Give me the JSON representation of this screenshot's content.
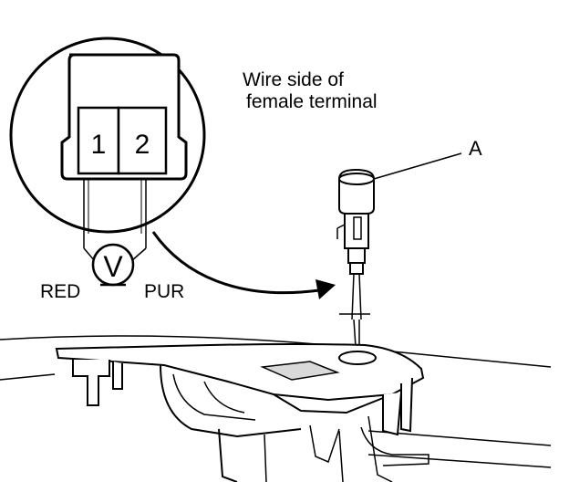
{
  "callout": {
    "line1": "Wire side of",
    "line2": "female terminal"
  },
  "terminals": {
    "pin1": "1",
    "pin2": "2"
  },
  "wires": {
    "left": "RED",
    "right": "PUR"
  },
  "meter": {
    "symbol": "V",
    "icon": "voltmeter-icon"
  },
  "part_label": "A",
  "colors": {
    "ink": "#000000",
    "paper": "#ffffff",
    "shade": "#d9d9d9"
  }
}
